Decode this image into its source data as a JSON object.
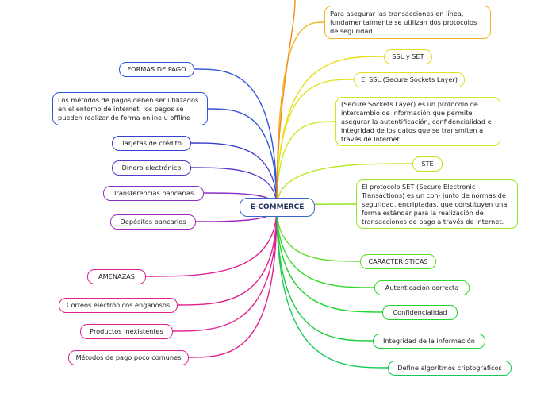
{
  "center": {
    "label": "E-COMMERCE",
    "color": "#3a66c4"
  },
  "branches": [
    {
      "id": "pagos",
      "color": "#2f55d9",
      "items": [
        {
          "label": "FORMAS DE PAGO"
        },
        {
          "label": "Los métodos de pagos deben ser utilizados en el entorno de internet, los pagos se pueden realizar de forma online u offline"
        },
        {
          "label": "Tarjetas de crédito"
        },
        {
          "label": "Dinero electrónico"
        },
        {
          "label": "Transferencias bancarias"
        },
        {
          "label": "Depósitos bancarios"
        }
      ]
    },
    {
      "id": "amenazas",
      "color": "#e0208f",
      "items": [
        {
          "label": "AMENAZAS"
        },
        {
          "label": "Correos electrónicos engañosos"
        },
        {
          "label": "Productos inexistentes"
        },
        {
          "label": "Métodos de pago poco comunes"
        }
      ]
    },
    {
      "id": "seguridad",
      "color": "#f2b51c",
      "items": [
        {
          "label": "Para asegurar las transacciones en línea, fundamentalmente se utilizan dos protocolos de seguridad"
        },
        {
          "label": "SSL y SET"
        },
        {
          "label": "El SSL (Secure Sockets Layer)"
        },
        {
          "label": "(Secure Sockets Layer) es un protocolo de intercambio de información que permite asegurar la autentificación, confidencialidad e integridad de los datos que se transmiten a través de Internet."
        },
        {
          "label": "STE"
        },
        {
          "label": "El protocolo SET (Secure Electronic Transactions) es un con- junto de normas de seguridad, encriptadas, que constituyen una forma estándar para la realización de transacciones de pago a través de Internet."
        }
      ]
    },
    {
      "id": "caracteristicas",
      "color": "#1fd42a",
      "items": [
        {
          "label": "CARACTERISTICAS"
        },
        {
          "label": "Autenticación correcta"
        },
        {
          "label": "Confidencialidad"
        },
        {
          "label": "Integridad de la información"
        },
        {
          "label": "Define algoritmos criptográficos"
        }
      ]
    }
  ]
}
